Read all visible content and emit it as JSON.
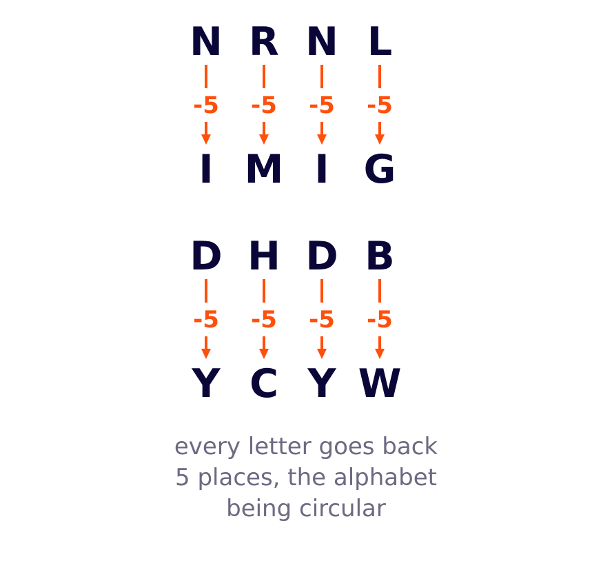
{
  "colors": {
    "letter": "#0a0638",
    "shift": "#ff4f0a",
    "caption": "#6c6a82",
    "background": "#ffffff"
  },
  "groups": [
    {
      "plain": [
        "N",
        "R",
        "N",
        "L"
      ],
      "shifts": [
        "-5",
        "-5",
        "-5",
        "-5"
      ],
      "cipher": [
        "I",
        "M",
        "I",
        "G"
      ]
    },
    {
      "plain": [
        "D",
        "H",
        "D",
        "B"
      ],
      "shifts": [
        "-5",
        "-5",
        "-5",
        "-5"
      ],
      "cipher": [
        "Y",
        "C",
        "Y",
        "W"
      ]
    }
  ],
  "caption": "every letter goes back 5 places, the alphabet being circular"
}
